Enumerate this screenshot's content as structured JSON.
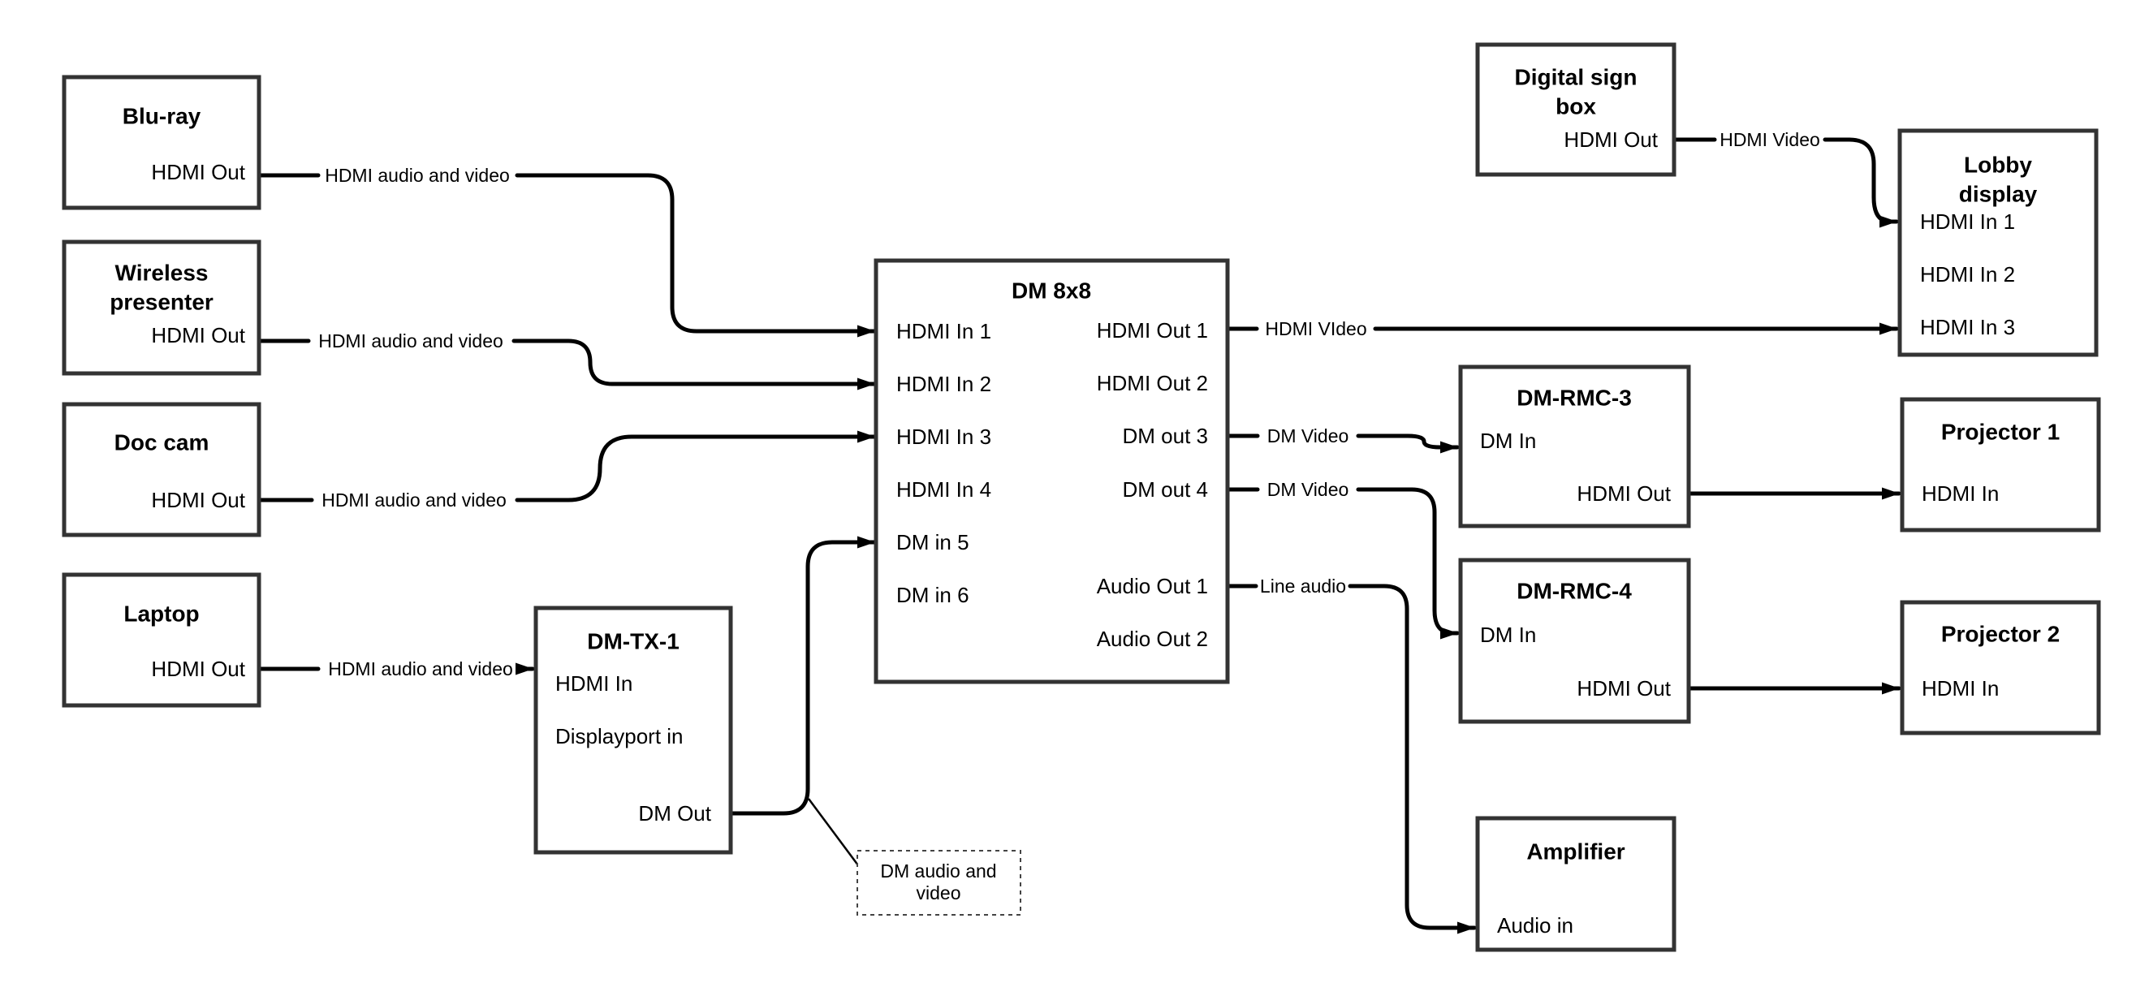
{
  "diagram": {
    "kind": "av-signal-flow",
    "colors": {
      "background": "#ffffff",
      "box_border": "#333333",
      "line": "#000000",
      "text": "#000000"
    },
    "nodes": [
      {
        "id": "bluray",
        "title": "Blu-ray",
        "title_lines": [
          "Blu-ray"
        ],
        "ports": [
          {
            "id": "hdmi_out",
            "label": "HDMI Out"
          }
        ]
      },
      {
        "id": "wireless",
        "title": "Wireless presenter",
        "title_lines": [
          "Wireless",
          "presenter"
        ],
        "ports": [
          {
            "id": "hdmi_out",
            "label": "HDMI Out"
          }
        ]
      },
      {
        "id": "doccam",
        "title": "Doc cam",
        "title_lines": [
          "Doc cam"
        ],
        "ports": [
          {
            "id": "hdmi_out",
            "label": "HDMI Out"
          }
        ]
      },
      {
        "id": "laptop",
        "title": "Laptop",
        "title_lines": [
          "Laptop"
        ],
        "ports": [
          {
            "id": "hdmi_out",
            "label": "HDMI Out"
          }
        ]
      },
      {
        "id": "dmtx1",
        "title": "DM-TX-1",
        "title_lines": [
          "DM-TX-1"
        ],
        "ports": [
          {
            "id": "hdmi_in",
            "label": "HDMI In"
          },
          {
            "id": "displayport_in",
            "label": "Displayport in"
          },
          {
            "id": "dm_out",
            "label": "DM Out"
          }
        ]
      },
      {
        "id": "dm8x8",
        "title": "DM 8x8",
        "title_lines": [
          "DM 8x8"
        ],
        "ports": [
          {
            "id": "hdmi_in_1",
            "label": "HDMI In 1"
          },
          {
            "id": "hdmi_in_2",
            "label": "HDMI In 2"
          },
          {
            "id": "hdmi_in_3",
            "label": "HDMI In 3"
          },
          {
            "id": "hdmi_in_4",
            "label": "HDMI In 4"
          },
          {
            "id": "dm_in_5",
            "label": "DM in 5"
          },
          {
            "id": "dm_in_6",
            "label": "DM in 6"
          },
          {
            "id": "hdmi_out_1",
            "label": "HDMI Out 1"
          },
          {
            "id": "hdmi_out_2",
            "label": "HDMI Out 2"
          },
          {
            "id": "dm_out_3",
            "label": "DM out 3"
          },
          {
            "id": "dm_out_4",
            "label": "DM out 4"
          },
          {
            "id": "audio_out_1",
            "label": "Audio Out 1"
          },
          {
            "id": "audio_out_2",
            "label": "Audio Out 2"
          }
        ]
      },
      {
        "id": "digitalsign",
        "title": "Digital sign box",
        "title_lines": [
          "Digital sign",
          "box"
        ],
        "ports": [
          {
            "id": "hdmi_out",
            "label": "HDMI Out"
          }
        ]
      },
      {
        "id": "lobby",
        "title": "Lobby display",
        "title_lines": [
          "Lobby",
          "display"
        ],
        "ports": [
          {
            "id": "hdmi_in_1",
            "label": "HDMI In 1"
          },
          {
            "id": "hdmi_in_2",
            "label": "HDMI In 2"
          },
          {
            "id": "hdmi_in_3",
            "label": "HDMI In 3"
          }
        ]
      },
      {
        "id": "dmrmc3",
        "title": "DM-RMC-3",
        "title_lines": [
          "DM-RMC-3"
        ],
        "ports": [
          {
            "id": "dm_in",
            "label": "DM In"
          },
          {
            "id": "hdmi_out",
            "label": "HDMI Out"
          }
        ]
      },
      {
        "id": "proj1",
        "title": "Projector 1",
        "title_lines": [
          "Projector 1"
        ],
        "ports": [
          {
            "id": "hdmi_in",
            "label": "HDMI In"
          }
        ]
      },
      {
        "id": "dmrmc4",
        "title": "DM-RMC-4",
        "title_lines": [
          "DM-RMC-4"
        ],
        "ports": [
          {
            "id": "dm_in",
            "label": "DM In"
          },
          {
            "id": "hdmi_out",
            "label": "HDMI Out"
          }
        ]
      },
      {
        "id": "proj2",
        "title": "Projector 2",
        "title_lines": [
          "Projector 2"
        ],
        "ports": [
          {
            "id": "hdmi_in",
            "label": "HDMI In"
          }
        ]
      },
      {
        "id": "amplifier",
        "title": "Amplifier",
        "title_lines": [
          "Amplifier"
        ],
        "ports": [
          {
            "id": "audio_in",
            "label": "Audio in"
          }
        ]
      }
    ],
    "edges": [
      {
        "id": "bluray-hdmiout-to-dm8x8-hdmiin1",
        "from": "bluray.hdmi_out",
        "to": "dm8x8.hdmi_in_1",
        "label": "HDMI audio and video"
      },
      {
        "id": "wireless-hdmiout-to-dm8x8-hdmiin2",
        "from": "wireless.hdmi_out",
        "to": "dm8x8.hdmi_in_2",
        "label": "HDMI audio and video"
      },
      {
        "id": "doccam-hdmiout-to-dm8x8-hdmiin3",
        "from": "doccam.hdmi_out",
        "to": "dm8x8.hdmi_in_3",
        "label": "HDMI audio and video"
      },
      {
        "id": "laptop-hdmiout-to-dmtx1-hdmiin",
        "from": "laptop.hdmi_out",
        "to": "dmtx1.hdmi_in",
        "label": "HDMI audio and video"
      },
      {
        "id": "dmtx1-dmout-to-dm8x8-dmin5",
        "from": "dmtx1.dm_out",
        "to": "dm8x8.dm_in_5",
        "label": null
      },
      {
        "id": "dm8x8-hdmiout1-to-lobby-hdmiin3",
        "from": "dm8x8.hdmi_out_1",
        "to": "lobby.hdmi_in_3",
        "label": "HDMI VIdeo"
      },
      {
        "id": "dm8x8-dmout3-to-dmrmc3-dmin",
        "from": "dm8x8.dm_out_3",
        "to": "dmrmc3.dm_in",
        "label": "DM Video"
      },
      {
        "id": "dm8x8-dmout4-to-dmrmc4-dmin",
        "from": "dm8x8.dm_out_4",
        "to": "dmrmc4.dm_in",
        "label": "DM Video"
      },
      {
        "id": "dm8x8-audioout1-to-amplifier-audioin",
        "from": "dm8x8.audio_out_1",
        "to": "amplifier.audio_in",
        "label": "Line audio"
      },
      {
        "id": "digitalsign-hdmiout-to-lobby-hdmiin1",
        "from": "digitalsign.hdmi_out",
        "to": "lobby.hdmi_in_1",
        "label": "HDMI Video"
      },
      {
        "id": "dmrmc3-hdmiout-to-proj1-hdmiin",
        "from": "dmrmc3.hdmi_out",
        "to": "proj1.hdmi_in",
        "label": null
      },
      {
        "id": "dmrmc4-hdmiout-to-proj2-hdmiin",
        "from": "dmrmc4.hdmi_out",
        "to": "proj2.hdmi_in",
        "label": null
      }
    ],
    "note": {
      "id": "dm-audio-video-note",
      "text": "DM audio and video",
      "text_lines": [
        "DM audio and",
        "video"
      ],
      "attached_to": "dmtx1-dmout-to-dm8x8-dmin5"
    }
  }
}
